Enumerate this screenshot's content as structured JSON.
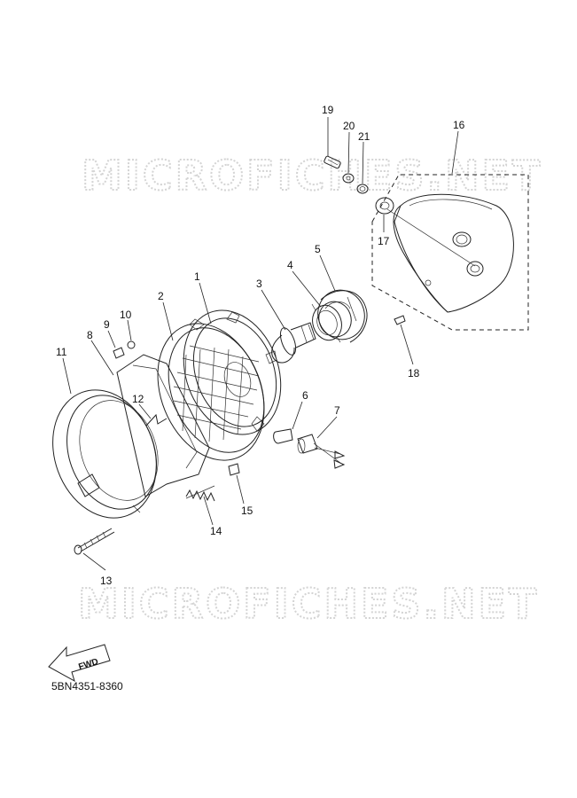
{
  "watermark_text": "MICROFICHES.NET",
  "fwd_label": "FWD",
  "drawing_code": "5BN4351-8360",
  "callouts": [
    {
      "id": "1",
      "label": "1"
    },
    {
      "id": "2",
      "label": "2"
    },
    {
      "id": "3",
      "label": "3"
    },
    {
      "id": "4",
      "label": "4"
    },
    {
      "id": "5",
      "label": "5"
    },
    {
      "id": "6",
      "label": "6"
    },
    {
      "id": "7",
      "label": "7"
    },
    {
      "id": "8",
      "label": "8"
    },
    {
      "id": "9",
      "label": "9"
    },
    {
      "id": "10",
      "label": "10"
    },
    {
      "id": "11",
      "label": "11"
    },
    {
      "id": "12",
      "label": "12"
    },
    {
      "id": "13",
      "label": "13"
    },
    {
      "id": "14",
      "label": "14"
    },
    {
      "id": "15",
      "label": "15"
    },
    {
      "id": "16",
      "label": "16"
    },
    {
      "id": "17",
      "label": "17"
    },
    {
      "id": "18",
      "label": "18"
    },
    {
      "id": "19",
      "label": "19"
    },
    {
      "id": "20",
      "label": "20"
    },
    {
      "id": "21",
      "label": "21"
    }
  ]
}
